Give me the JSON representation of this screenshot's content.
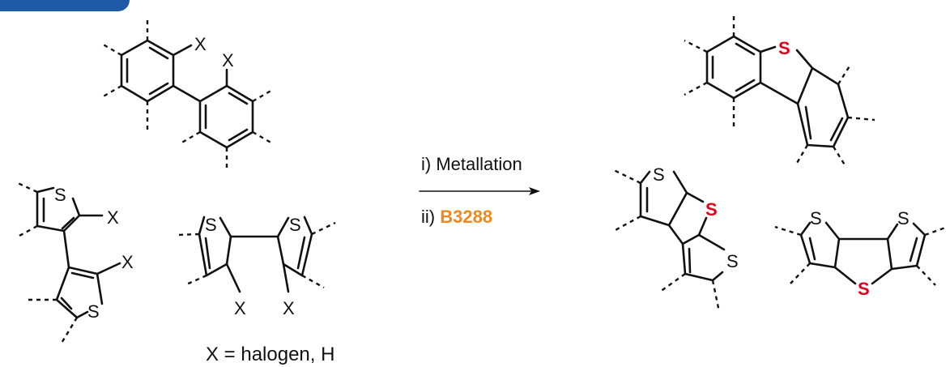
{
  "colors": {
    "tab": "#1f5aa6",
    "bond": "#111111",
    "sulfur_product": "#e0001a",
    "reagent": "#f0881b"
  },
  "atoms": {
    "x": "X",
    "s": "S"
  },
  "arrow": {
    "step1": "i) Metallation",
    "step2_prefix": "ii) ",
    "step2_reagent": "B3288"
  },
  "legend": {
    "definition": "X = halogen, H"
  }
}
